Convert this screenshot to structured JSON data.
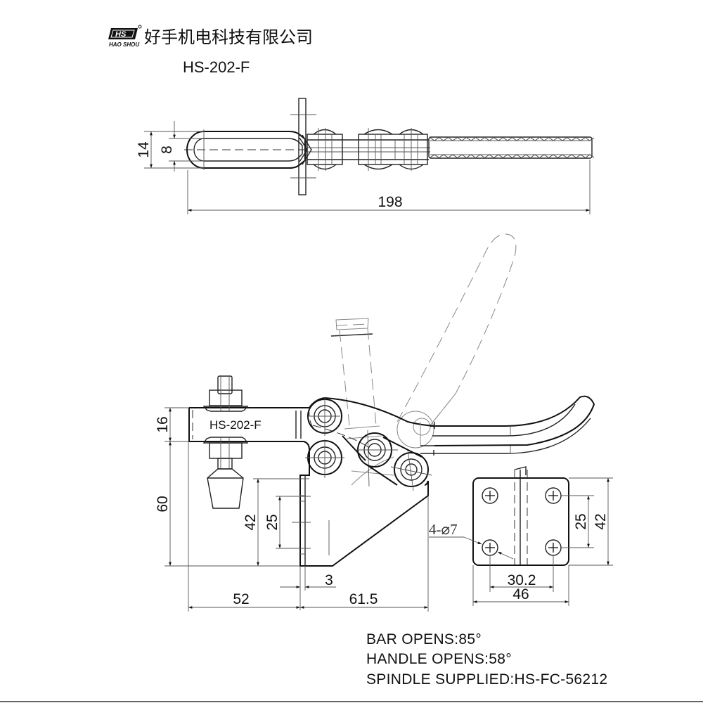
{
  "header": {
    "logo_text": "HS",
    "logo_subtitle": "HAO SHOU",
    "company_name": "好手机电科技有限公司",
    "model": "HS-202-F"
  },
  "top_view": {
    "dim_outer_width": "14",
    "dim_inner_width": "8",
    "dim_overall_length": "198"
  },
  "side_view": {
    "arm_label": "HS-202-F",
    "dim_arm_height": "16",
    "dim_spindle_height": "60",
    "dim_base_height": "42",
    "dim_hole_spacing": "25",
    "dim_plate_thickness": "3",
    "dim_spindle_offset": "52",
    "dim_base_length": "61.5"
  },
  "base_view": {
    "hole_callout": "4-⌀7",
    "dim_hole_spacing_v": "25",
    "dim_height": "42",
    "dim_hole_spacing_h": "30.2",
    "dim_width": "46"
  },
  "notes": [
    "BAR OPENS:85°",
    "HANDLE OPENS:58°",
    "SPINDLE SUPPLIED:HS-FC-56212"
  ]
}
